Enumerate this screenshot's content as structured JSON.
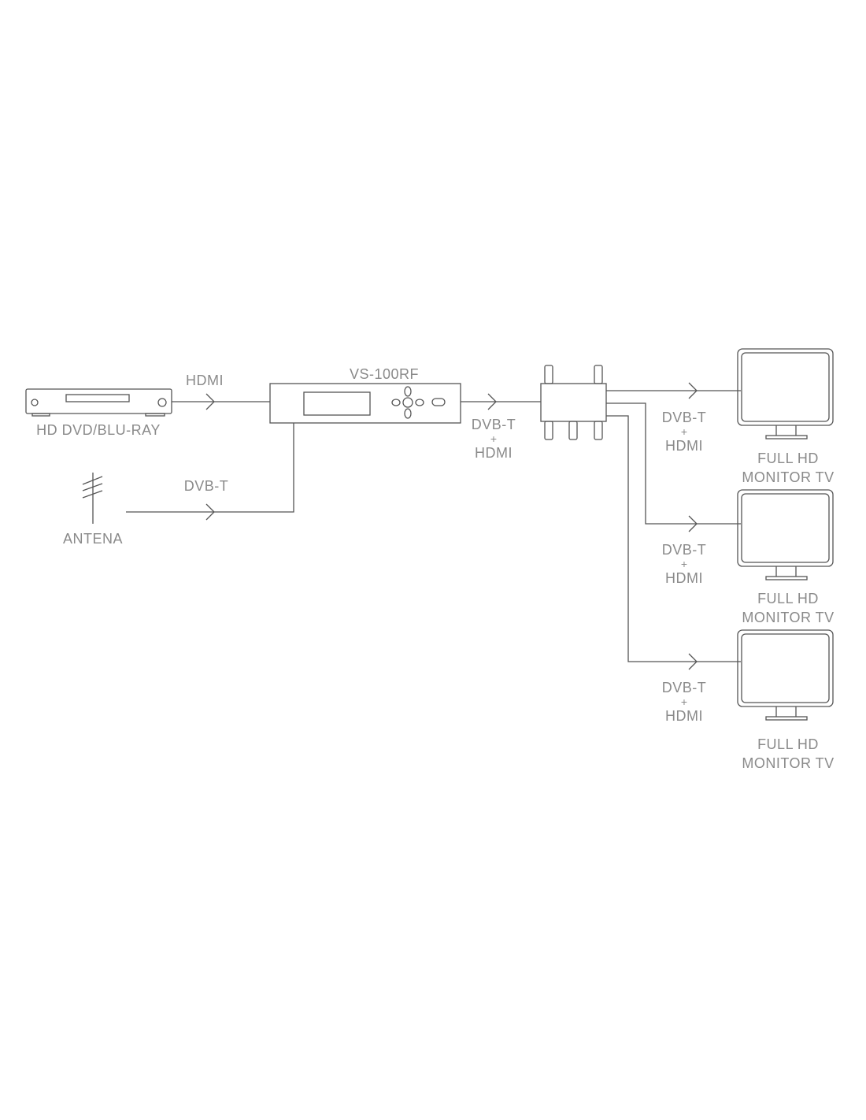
{
  "devices": {
    "player": "HD DVD/BLU-RAY",
    "antenna": "ANTENA",
    "modulator": "VS-100RF",
    "monitors": [
      "FULL HD",
      "MONITOR TV"
    ]
  },
  "signals": {
    "hdmi": "HDMI",
    "dvbt": "DVB-T",
    "plus": "+"
  },
  "colors": {
    "line": "#555555",
    "text": "#8a8a8a"
  }
}
